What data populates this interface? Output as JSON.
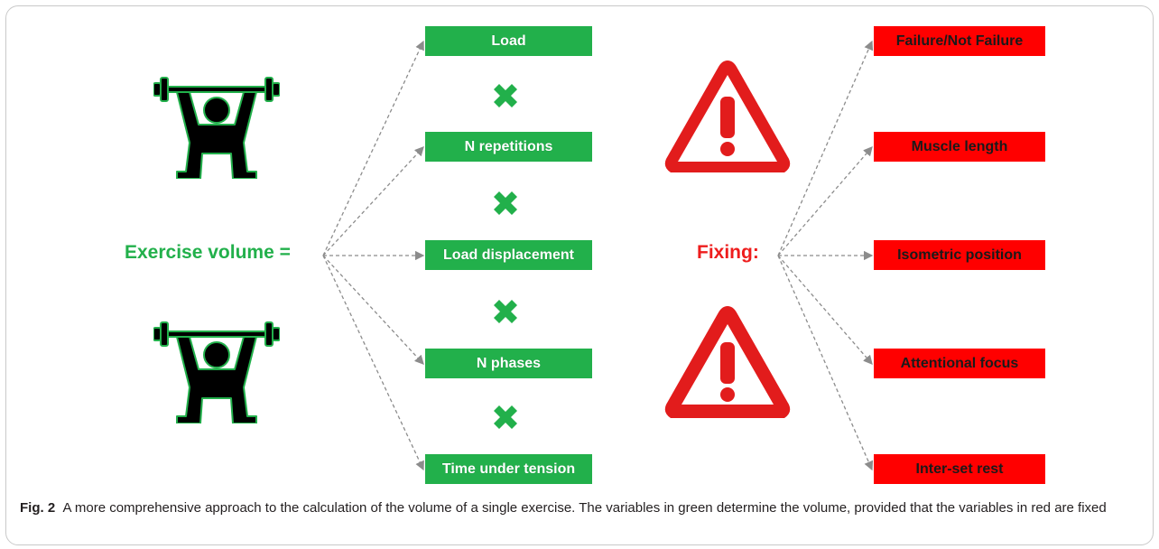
{
  "left_label": "Exercise volume =",
  "right_label": "Fixing:",
  "green_vars": [
    "Load",
    "N repetitions",
    "Load displacement",
    "N phases",
    "Time under tension"
  ],
  "red_vars": [
    "Failure/Not Failure",
    "Muscle length",
    "Isometric position",
    "Attentional focus",
    "Inter-set rest"
  ],
  "multiply_icon": "green-x-icon",
  "person_icon": "weightlifter-icon",
  "warning_icon": "warning-triangle-icon",
  "caption": {
    "label": "Fig. 2",
    "text": "A more comprehensive approach to the calculation of the volume of a single exercise. The variables in green determine the volume, provided that the variables in red are fixed"
  },
  "colors": {
    "green": "#22b04b",
    "red": "#ff0000",
    "connector": "#8c8c8c"
  }
}
